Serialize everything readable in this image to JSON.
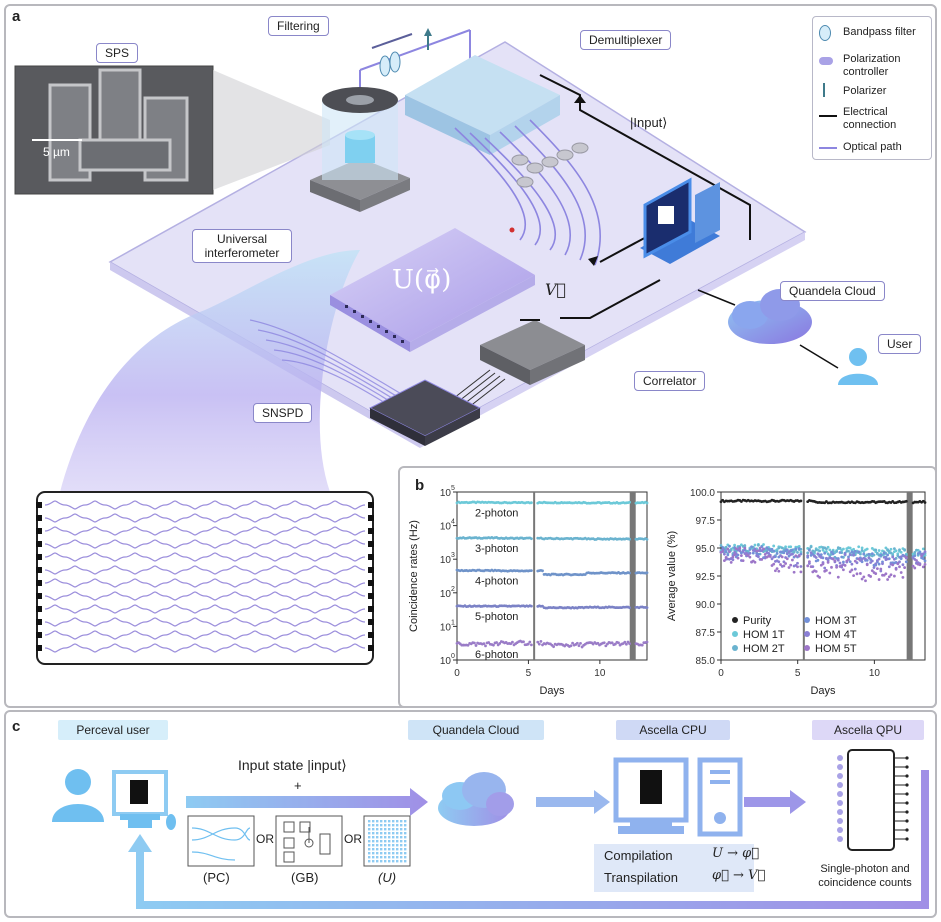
{
  "panel_a": {
    "label": "a",
    "callouts": {
      "filtering": "Filtering",
      "demultiplexer": "Demultiplexer",
      "sps": "SPS",
      "scale_bar": "5 µm",
      "input_ket": "|Input⟩",
      "universal_interferometer": "Universal interferometer",
      "unitary": "U(φ⃗)",
      "voltage": "V⃗",
      "quandela_cloud": "Quandela Cloud",
      "user": "User",
      "correlator": "Correlator",
      "snspd": "SNSPD"
    },
    "legend": [
      {
        "icon": "bandpass-filter-icon",
        "label": "Bandpass filter"
      },
      {
        "icon": "polarization-controller-icon",
        "label": "Polarization controller"
      },
      {
        "icon": "polarizer-icon",
        "label": "Polarizer"
      },
      {
        "icon": "electrical-connection-icon",
        "label": "Electrical connection"
      },
      {
        "icon": "optical-path-icon",
        "label": "Optical path"
      }
    ],
    "colors": {
      "chip": "#e3e2f7",
      "accent": "#8d86e0",
      "cloud": "#7f86e8",
      "user": "#6fbff0"
    }
  },
  "panel_b": {
    "label": "b"
  },
  "chart_data": [
    {
      "type": "scatter",
      "title": "",
      "xlabel": "Days",
      "ylabel": "Coincidence rates (Hz)",
      "xlim": [
        0,
        13.3
      ],
      "ylim": [
        1,
        100000
      ],
      "yscale": "log",
      "xticks": [
        0,
        5,
        10
      ],
      "yticks": [
        "10^0",
        "10^1",
        "10^2",
        "10^3",
        "10^4",
        "10^5"
      ],
      "breaks_at_days": [
        5.4,
        12.3
      ],
      "series": [
        {
          "name": "2-photon",
          "color": "#6cc9d8",
          "values_hz": [
            49000,
            48000,
            48500,
            47500,
            48000
          ]
        },
        {
          "name": "3-photon",
          "color": "#6ab3cf",
          "values_hz": [
            4300,
            4200,
            4100,
            4000,
            4000
          ]
        },
        {
          "name": "4-photon",
          "color": "#6f93c9",
          "values_hz": [
            460,
            450,
            350,
            390,
            390
          ]
        },
        {
          "name": "5-photon",
          "color": "#7b82c6",
          "values_hz": [
            40,
            40,
            36,
            37,
            37
          ]
        },
        {
          "name": "6-photon",
          "color": "#9a7cc7",
          "values_hz": [
            3.0,
            3.2,
            2.8,
            3.0,
            3.0
          ]
        }
      ],
      "days": [
        0,
        3,
        6,
        9,
        12
      ]
    },
    {
      "type": "scatter",
      "title": "",
      "xlabel": "Days",
      "ylabel": "Average value (%)",
      "xlim": [
        0,
        13.3
      ],
      "ylim": [
        85.0,
        100.0
      ],
      "yticks": [
        "85.0",
        "87.5",
        "90.0",
        "92.5",
        "95.0",
        "97.5",
        "100.0"
      ],
      "xticks": [
        0,
        5,
        10
      ],
      "breaks_at_days": [
        5.4,
        12.3
      ],
      "legend_position": "bottom-left",
      "series": [
        {
          "name": "Purity",
          "color": "#222222",
          "values": [
            99.2,
            99.2,
            99.1,
            99.1,
            99.1
          ]
        },
        {
          "name": "HOM 1T",
          "color": "#6cc9d8",
          "values": [
            95.0,
            94.9,
            94.8,
            94.7,
            94.6
          ]
        },
        {
          "name": "HOM 2T",
          "color": "#6ab3cf",
          "values": [
            94.8,
            94.7,
            94.6,
            94.5,
            94.4
          ]
        },
        {
          "name": "HOM 3T",
          "color": "#7390d8",
          "values": [
            94.6,
            94.4,
            94.2,
            94.0,
            94.2
          ]
        },
        {
          "name": "HOM 4T",
          "color": "#8a7fd4",
          "values": [
            94.4,
            94.0,
            93.8,
            93.6,
            94.0
          ]
        },
        {
          "name": "HOM 5T",
          "color": "#9d76c8",
          "values": [
            94.2,
            93.6,
            93.2,
            92.8,
            93.6
          ]
        }
      ],
      "days": [
        0,
        3,
        6,
        9,
        12
      ]
    }
  ],
  "panel_c": {
    "label": "c",
    "tags": {
      "perceval_user": "Perceval user",
      "quandela_cloud": "Quandela Cloud",
      "ascella_cpu": "Ascella CPU",
      "ascella_qpu": "Ascella QPU"
    },
    "input_state": "Input state |input⟩",
    "plus": "+",
    "or": "OR",
    "formats": [
      "(PC)",
      "(GB)",
      "(U)"
    ],
    "compilation": "Compilation",
    "compilation_map": "U → φ⃗",
    "transpilation": "Transpilation",
    "transpilation_map": "φ⃗ → V⃗",
    "qpu_caption": "Single-photon and coincidence counts",
    "colors": {
      "tag_user": "#d6eefa",
      "tag_cloud": "#cfe4f7",
      "tag_cpu": "#cfd9f5",
      "tag_qpu": "#ddd8f7"
    }
  }
}
